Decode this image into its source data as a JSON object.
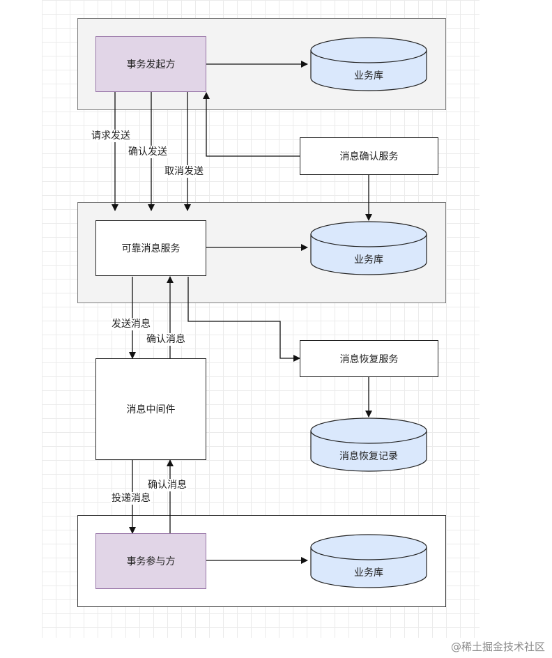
{
  "nodes": {
    "initiator": "事务发起方",
    "reliable_service": "可靠消息服务",
    "middleware": "消息中间件",
    "participant": "事务参与方",
    "confirm_service": "消息确认服务",
    "recover_service": "消息恢复服务"
  },
  "databases": {
    "db_top": "业务库",
    "db_mid": "业务库",
    "db_recover": "消息恢复记录",
    "db_bottom": "业务库"
  },
  "edges": {
    "request_send": "请求发送",
    "confirm_send": "确认发送",
    "cancel_send": "取消发送",
    "send_message": "发送消息",
    "confirm_message_upper": "确认消息",
    "deliver_message": "投递消息",
    "confirm_message_lower": "确认消息"
  },
  "colors": {
    "process_fill": "#e1d5e7",
    "process_border": "#9673a6",
    "db_fill": "#dae8fc",
    "db_border": "#222222",
    "group_fill": "#f3f3f3"
  },
  "watermark": "@稀土掘金技术社区"
}
